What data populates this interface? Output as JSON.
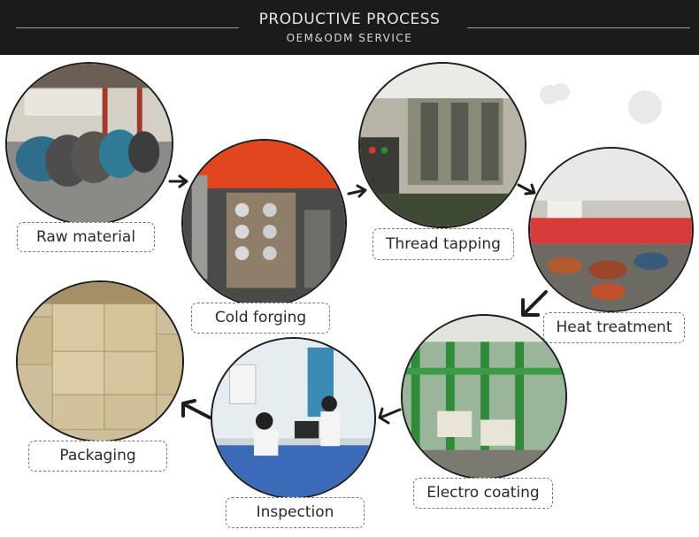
{
  "header": {
    "title": "PRODUCTIVE PROCESS",
    "subtitle": "OEM&ODM SERVICE"
  },
  "steps": [
    {
      "label": "Raw material"
    },
    {
      "label": "Cold forging"
    },
    {
      "label": "Thread tapping"
    },
    {
      "label": "Heat treatment"
    },
    {
      "label": "Electro  coating"
    },
    {
      "label": "Inspection"
    },
    {
      "label": "Packaging"
    }
  ],
  "colors": {
    "header_bg": "#1b1b1b",
    "arrow": "#1d1d1d",
    "label_border": "#777777"
  },
  "icons": [
    "arrow-right-icon",
    "arrow-down-left-icon",
    "arrow-left-icon"
  ]
}
